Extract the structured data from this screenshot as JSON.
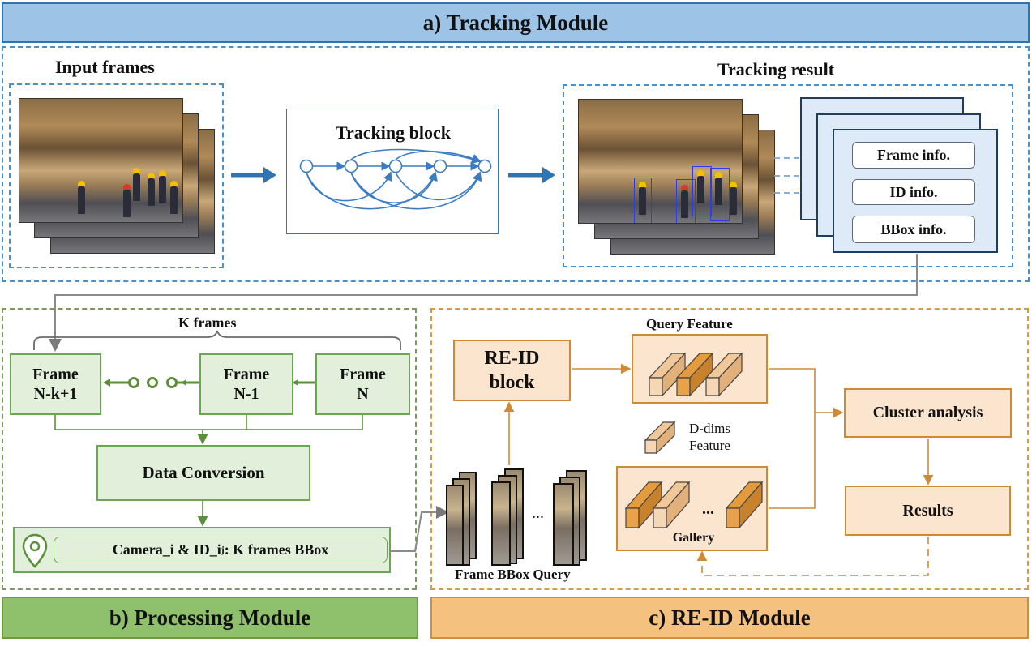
{
  "modules": {
    "tracking": "a) Tracking Module",
    "processing": "b) Processing Module",
    "reid": "c) RE-ID Module"
  },
  "tracking": {
    "input_frames_label": "Input frames",
    "tracking_block_label": "Tracking block",
    "tracking_result_label": "Tracking result",
    "info_items": [
      "Frame info.",
      "ID info.",
      "BBox info."
    ]
  },
  "processing": {
    "k_frames_label": "K frames",
    "frames": [
      {
        "line1": "Frame",
        "line2": "N-k+1"
      },
      {
        "line1": "Frame",
        "line2": "N-1"
      },
      {
        "line1": "Frame",
        "line2": "N"
      }
    ],
    "data_conversion": "Data Conversion",
    "camera_bbox_label": "Camera_i & ID_i",
    "camera_bbox_sub": "j",
    "camera_bbox_suffix": ": K frames BBox"
  },
  "reid": {
    "reid_block_line1": "RE-ID",
    "reid_block_line2": "block",
    "query_feature": "Query Feature",
    "d_dims_line1": "D-dims",
    "d_dims_line2": "Feature",
    "gallery": "Gallery",
    "cluster_analysis": "Cluster analysis",
    "results": "Results",
    "frame_bbox_query": "Frame BBox Query",
    "ellipsis": "..."
  },
  "colors": {
    "blue_accent": "#2e75b6",
    "green_accent": "#6aa84f",
    "orange_accent": "#d08a35"
  }
}
